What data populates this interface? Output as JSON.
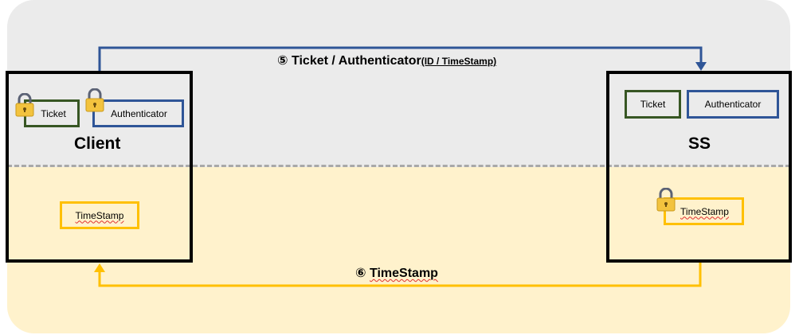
{
  "colors": {
    "top_zone": "#ebebeb",
    "bottom_zone": "#fff2cc",
    "ticket_border": "#375623",
    "authenticator_border": "#2f5597",
    "timestamp_border": "#ffc000",
    "request_arrow": "#2f5597",
    "response_arrow": "#ffc000",
    "lock_body": "#f3c33e",
    "lock_shackle": "#5b6275"
  },
  "client": {
    "title": "Client",
    "ticket": "Ticket",
    "authenticator": "Authenticator",
    "timestamp": "TimeStamp"
  },
  "ss": {
    "title": "SS",
    "ticket": "Ticket",
    "authenticator": "Authenticator",
    "timestamp": "TimeStamp"
  },
  "arrows": {
    "request": {
      "number": "⑤",
      "label": "Ticket / Authenticator",
      "detail": "(ID / TimeStamp)"
    },
    "response": {
      "number": "⑥",
      "label": "TimeStamp"
    }
  },
  "icons": {
    "lock": "padlock-icon"
  }
}
